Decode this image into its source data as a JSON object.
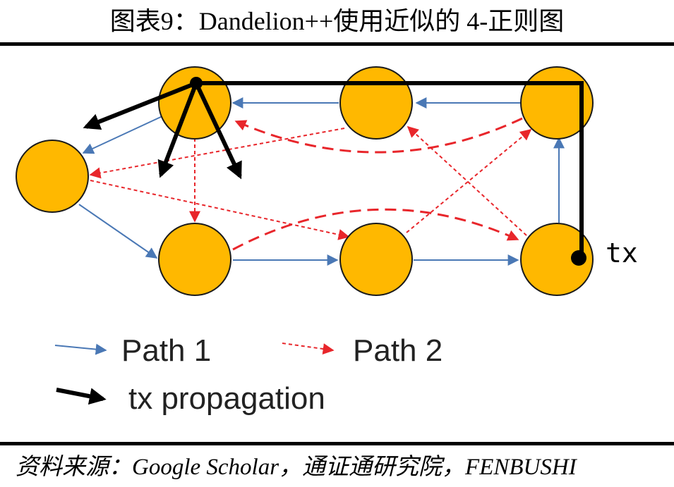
{
  "header": {
    "title": "图表9：Dandelion++使用近似的 4-正则图"
  },
  "diagram": {
    "tx_label": "tx",
    "legend": {
      "path1": "Path 1",
      "path2": "Path 2",
      "tx_propagation": "tx propagation"
    },
    "colors": {
      "node_fill": "#FFB800",
      "node_stroke": "#1a1a1a",
      "path1": "#4a78b5",
      "path2": "#e8262b",
      "tx": "#000000"
    }
  },
  "footer": {
    "source": "资料来源：Google Scholar，通证通研究院，FENBUSHI"
  }
}
